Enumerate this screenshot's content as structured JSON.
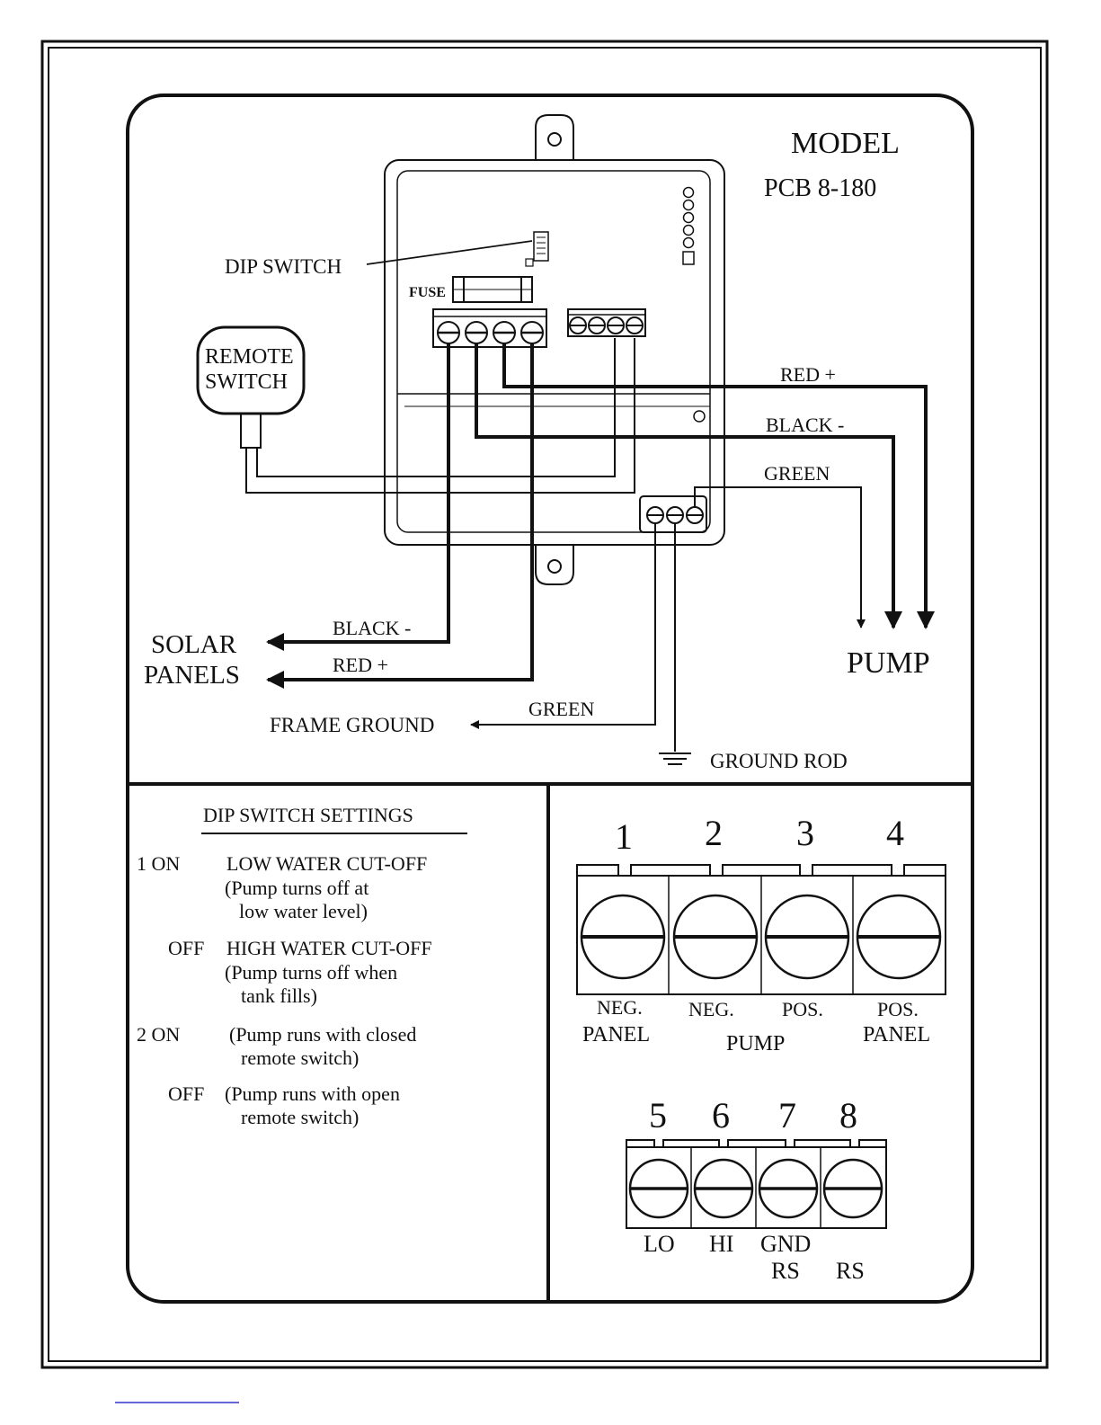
{
  "model": {
    "title": "MODEL",
    "number": "PCB 8-180"
  },
  "wiring": {
    "dip_switch_label": "DIP SWITCH",
    "fuse_label": "FUSE",
    "remote_switch": [
      "REMOTE",
      "SWITCH"
    ],
    "pump_wires": {
      "red": "RED +",
      "black": "BLACK -",
      "green": "GREEN"
    },
    "pump_label": "PUMP",
    "solar": {
      "line1": "SOLAR",
      "line2": "PANELS",
      "black": "BLACK -",
      "red": "RED +"
    },
    "frame_ground": "FRAME GROUND",
    "frame_green": "GREEN",
    "ground_rod": "GROUND ROD"
  },
  "dip_settings": {
    "title": "DIP SWITCH SETTINGS",
    "s1_on_label": "1 ON",
    "s1_on_title": "LOW WATER CUT-OFF",
    "s1_on_desc": [
      "(Pump turns off at",
      "low water level)"
    ],
    "s1_off_label": "OFF",
    "s1_off_title": "HIGH WATER CUT-OFF",
    "s1_off_desc": [
      "(Pump turns off when",
      "tank fills)"
    ],
    "s2_on_label": "2 ON",
    "s2_on_desc": [
      "(Pump runs with closed",
      "remote switch)"
    ],
    "s2_off_label": "OFF",
    "s2_off_desc": [
      "(Pump runs with open",
      "remote switch)"
    ]
  },
  "terminals": {
    "top_numbers": [
      "1",
      "2",
      "3",
      "4"
    ],
    "top_labels": {
      "t1": [
        "NEG.",
        "PANEL"
      ],
      "t2": "NEG.",
      "t3": "POS.",
      "t4": [
        "POS.",
        "PANEL"
      ],
      "pump": "PUMP"
    },
    "bottom_numbers": [
      "5",
      "6",
      "7",
      "8"
    ],
    "bottom_labels": {
      "lo": "LO",
      "hi": "HI",
      "gnd": "GND",
      "rs1": "RS",
      "rs2": "RS"
    }
  }
}
